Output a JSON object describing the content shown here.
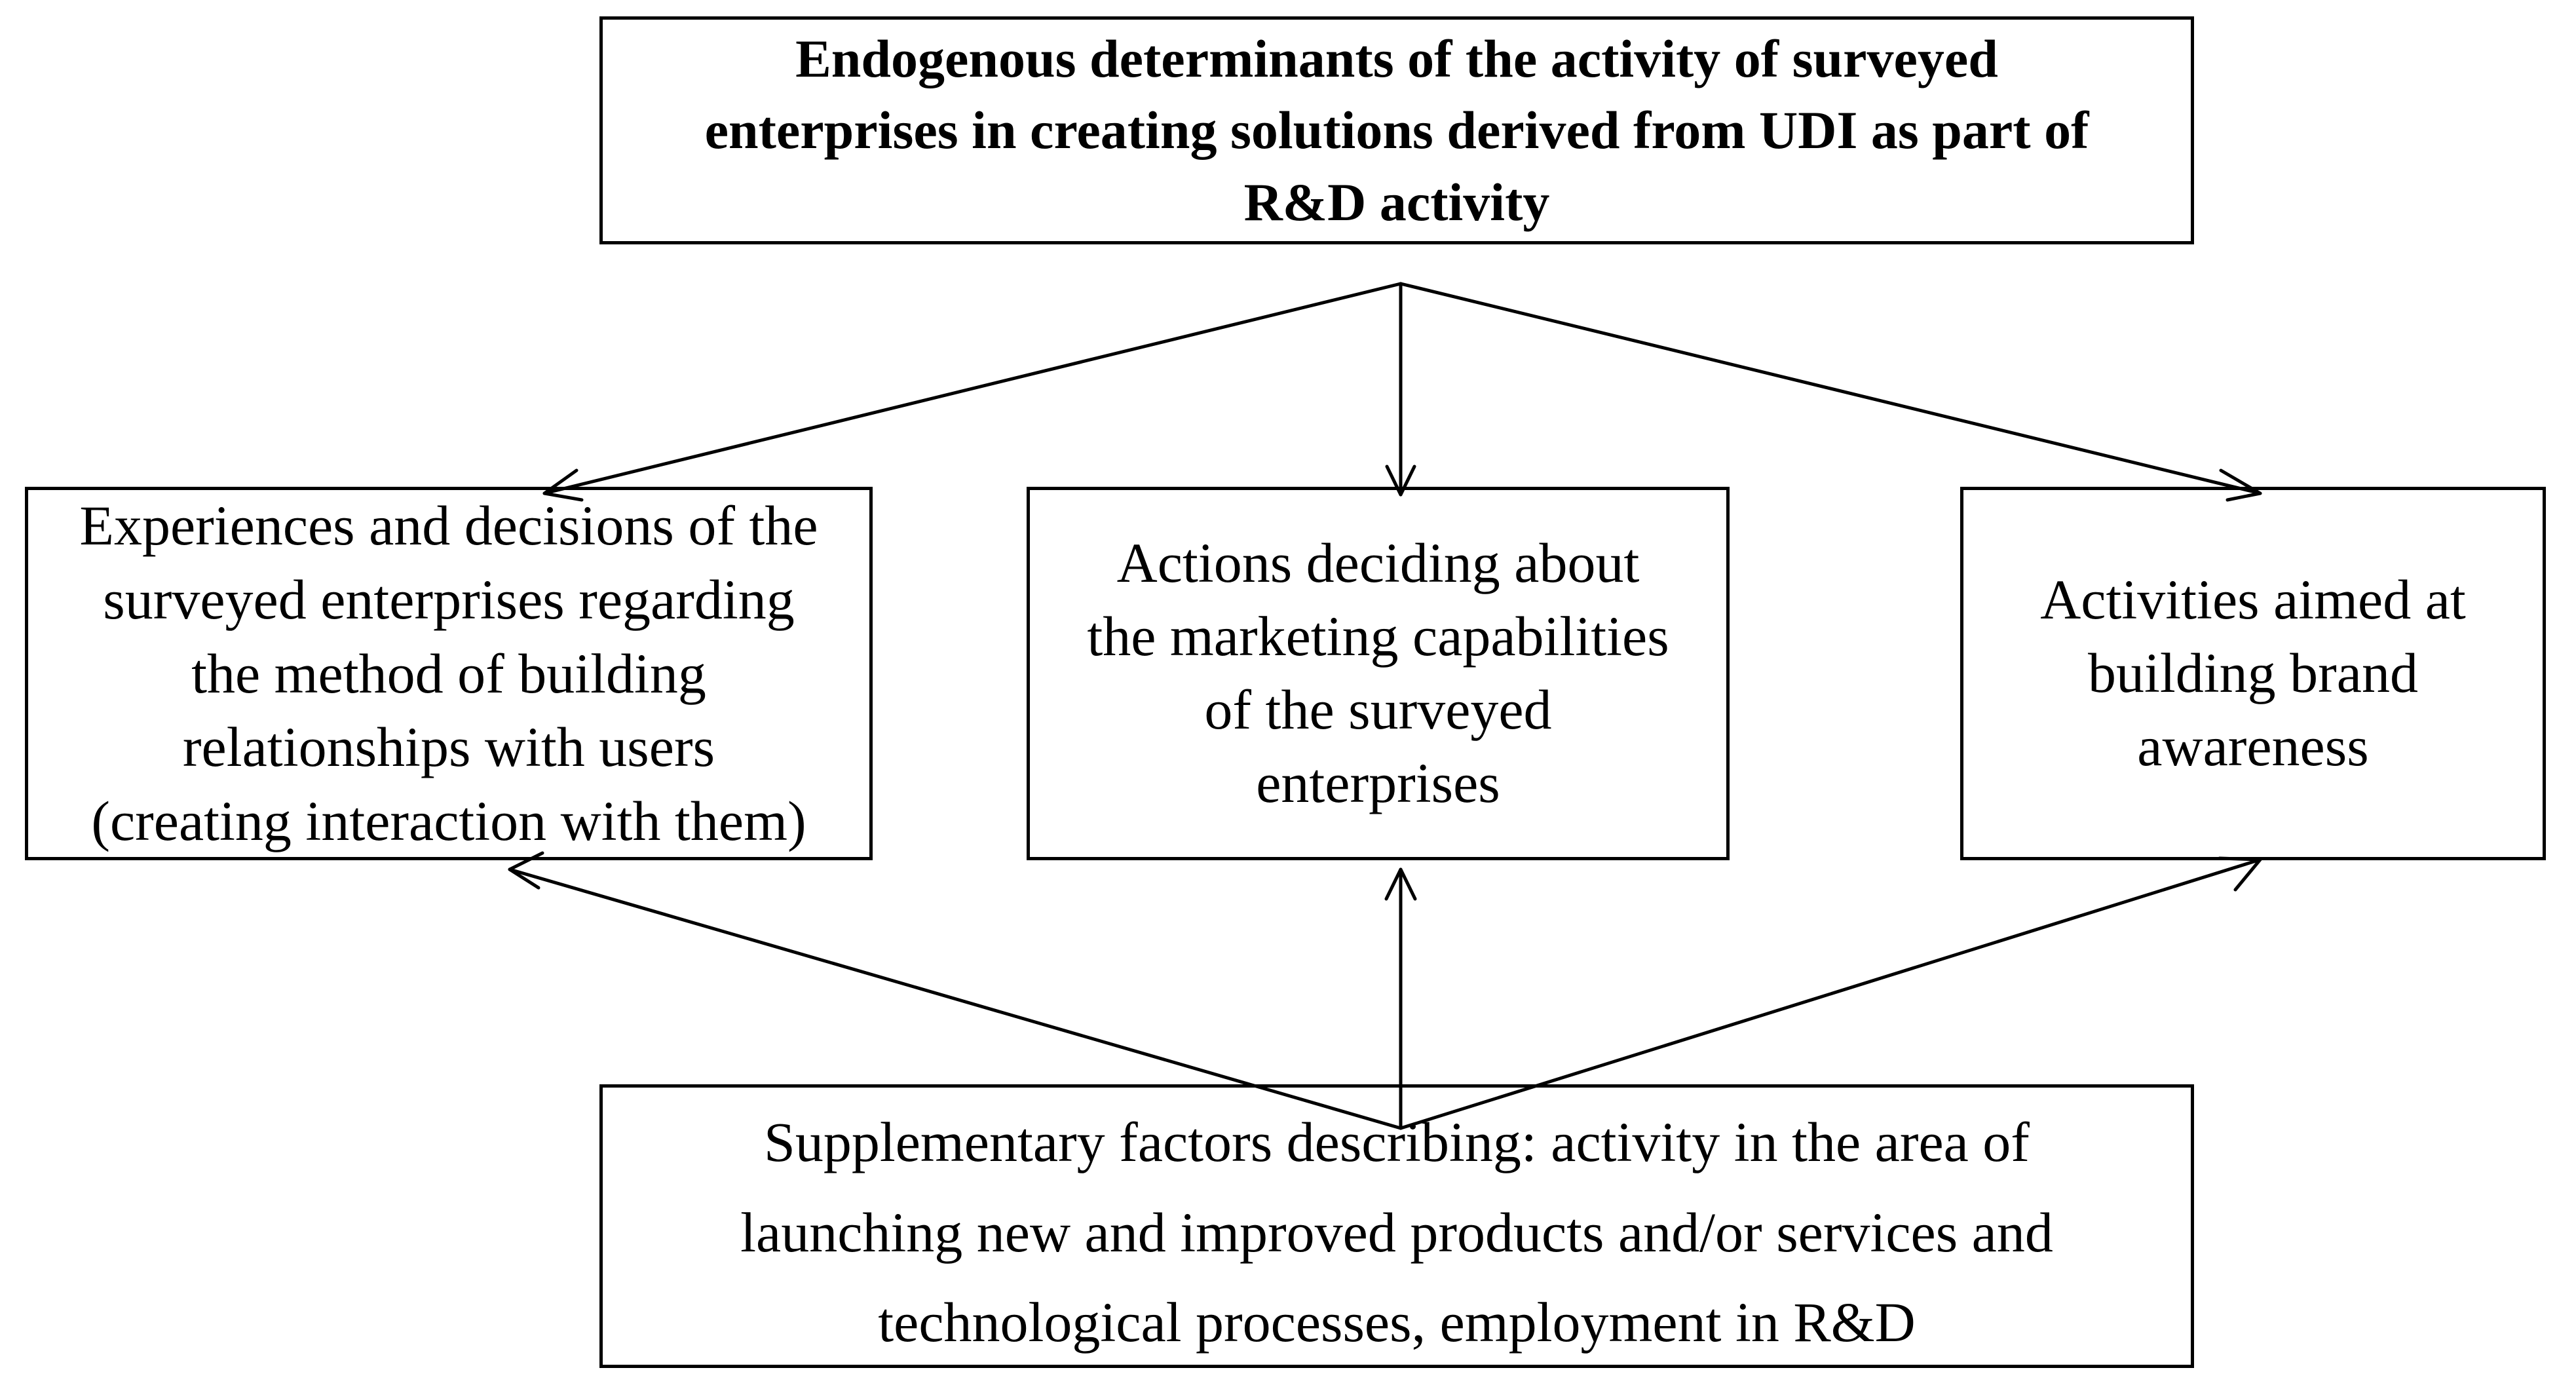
{
  "diagram": {
    "top_box": {
      "text": "Endogenous determinants of the activity of surveyed\nenterprises in creating solutions derived from UDI as part of\nR&D activity"
    },
    "left_box": {
      "text": "Experiences and decisions of the\nsurveyed enterprises regarding\nthe method of building\nrelationships with users\n(creating interaction with them)"
    },
    "middle_box": {
      "text": "Actions deciding about\nthe marketing capabilities\nof the surveyed\nenterprises"
    },
    "right_box": {
      "text": "Activities aimed at\nbuilding brand\nawareness"
    },
    "bottom_box": {
      "text": "Supplementary factors describing: activity in the area of\nlaunching new and improved products and/or services and\ntechnological processes, employment in R&D"
    },
    "colors": {
      "line": "#000000",
      "box_border": "#000000",
      "background": "#ffffff"
    }
  }
}
